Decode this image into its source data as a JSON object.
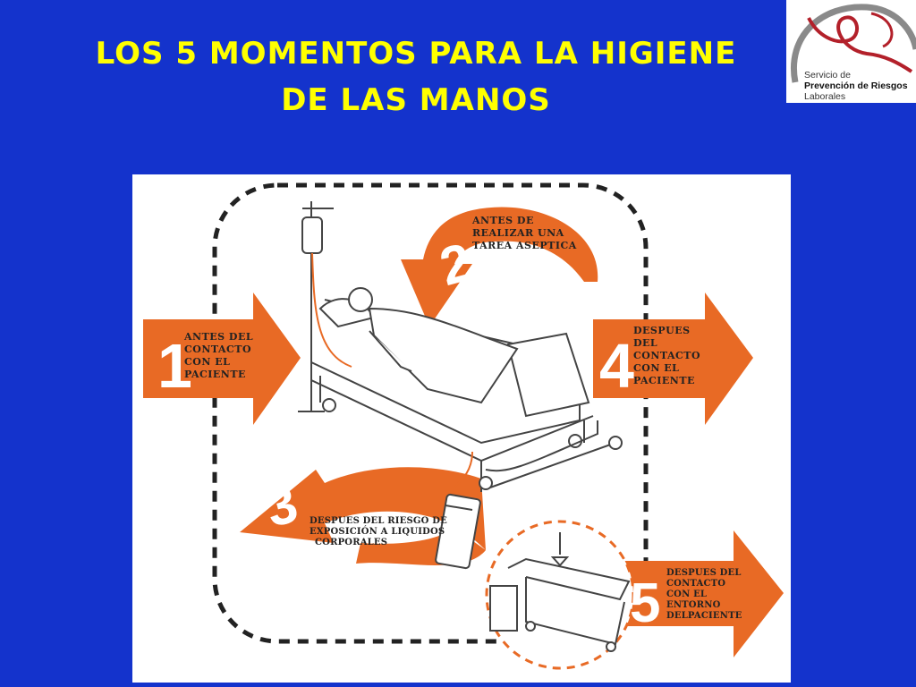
{
  "title": {
    "line1": "LOS 5 MOMENTOS PARA LA HIGIENE",
    "line2": "DE LAS MANOS"
  },
  "logo": {
    "line1": "Servicio de",
    "line2": "Prevención de Riesgos",
    "line3": "Laborales",
    "colors": {
      "red": "#b3202a",
      "gray": "#8a8a8a"
    }
  },
  "moments": [
    {
      "number": "1",
      "lines": [
        "ANTES DEL",
        "CONTACTO",
        "CON EL",
        "PACIENTE"
      ]
    },
    {
      "number": "2",
      "lines": [
        "ANTES DE",
        "REALIZAR UNA",
        "TAREA ASEPTICA"
      ]
    },
    {
      "number": "3",
      "lines": [
        "DESPUES DEL RIESGO DE",
        "EXPOSICIÓN A LIQUIDOS",
        "CORPORALES"
      ]
    },
    {
      "number": "4",
      "lines": [
        "DESPUES",
        "DEL",
        "CONTACTO",
        "CON EL",
        "PACIENTE"
      ]
    },
    {
      "number": "5",
      "lines": [
        "DESPUES DEL",
        "CONTACTO",
        "CON EL",
        "ENTORNO",
        "DELPACIENTE"
      ]
    }
  ],
  "colors": {
    "background": "#1433cc",
    "title": "#ffff00",
    "arrow": "#e86a25"
  }
}
